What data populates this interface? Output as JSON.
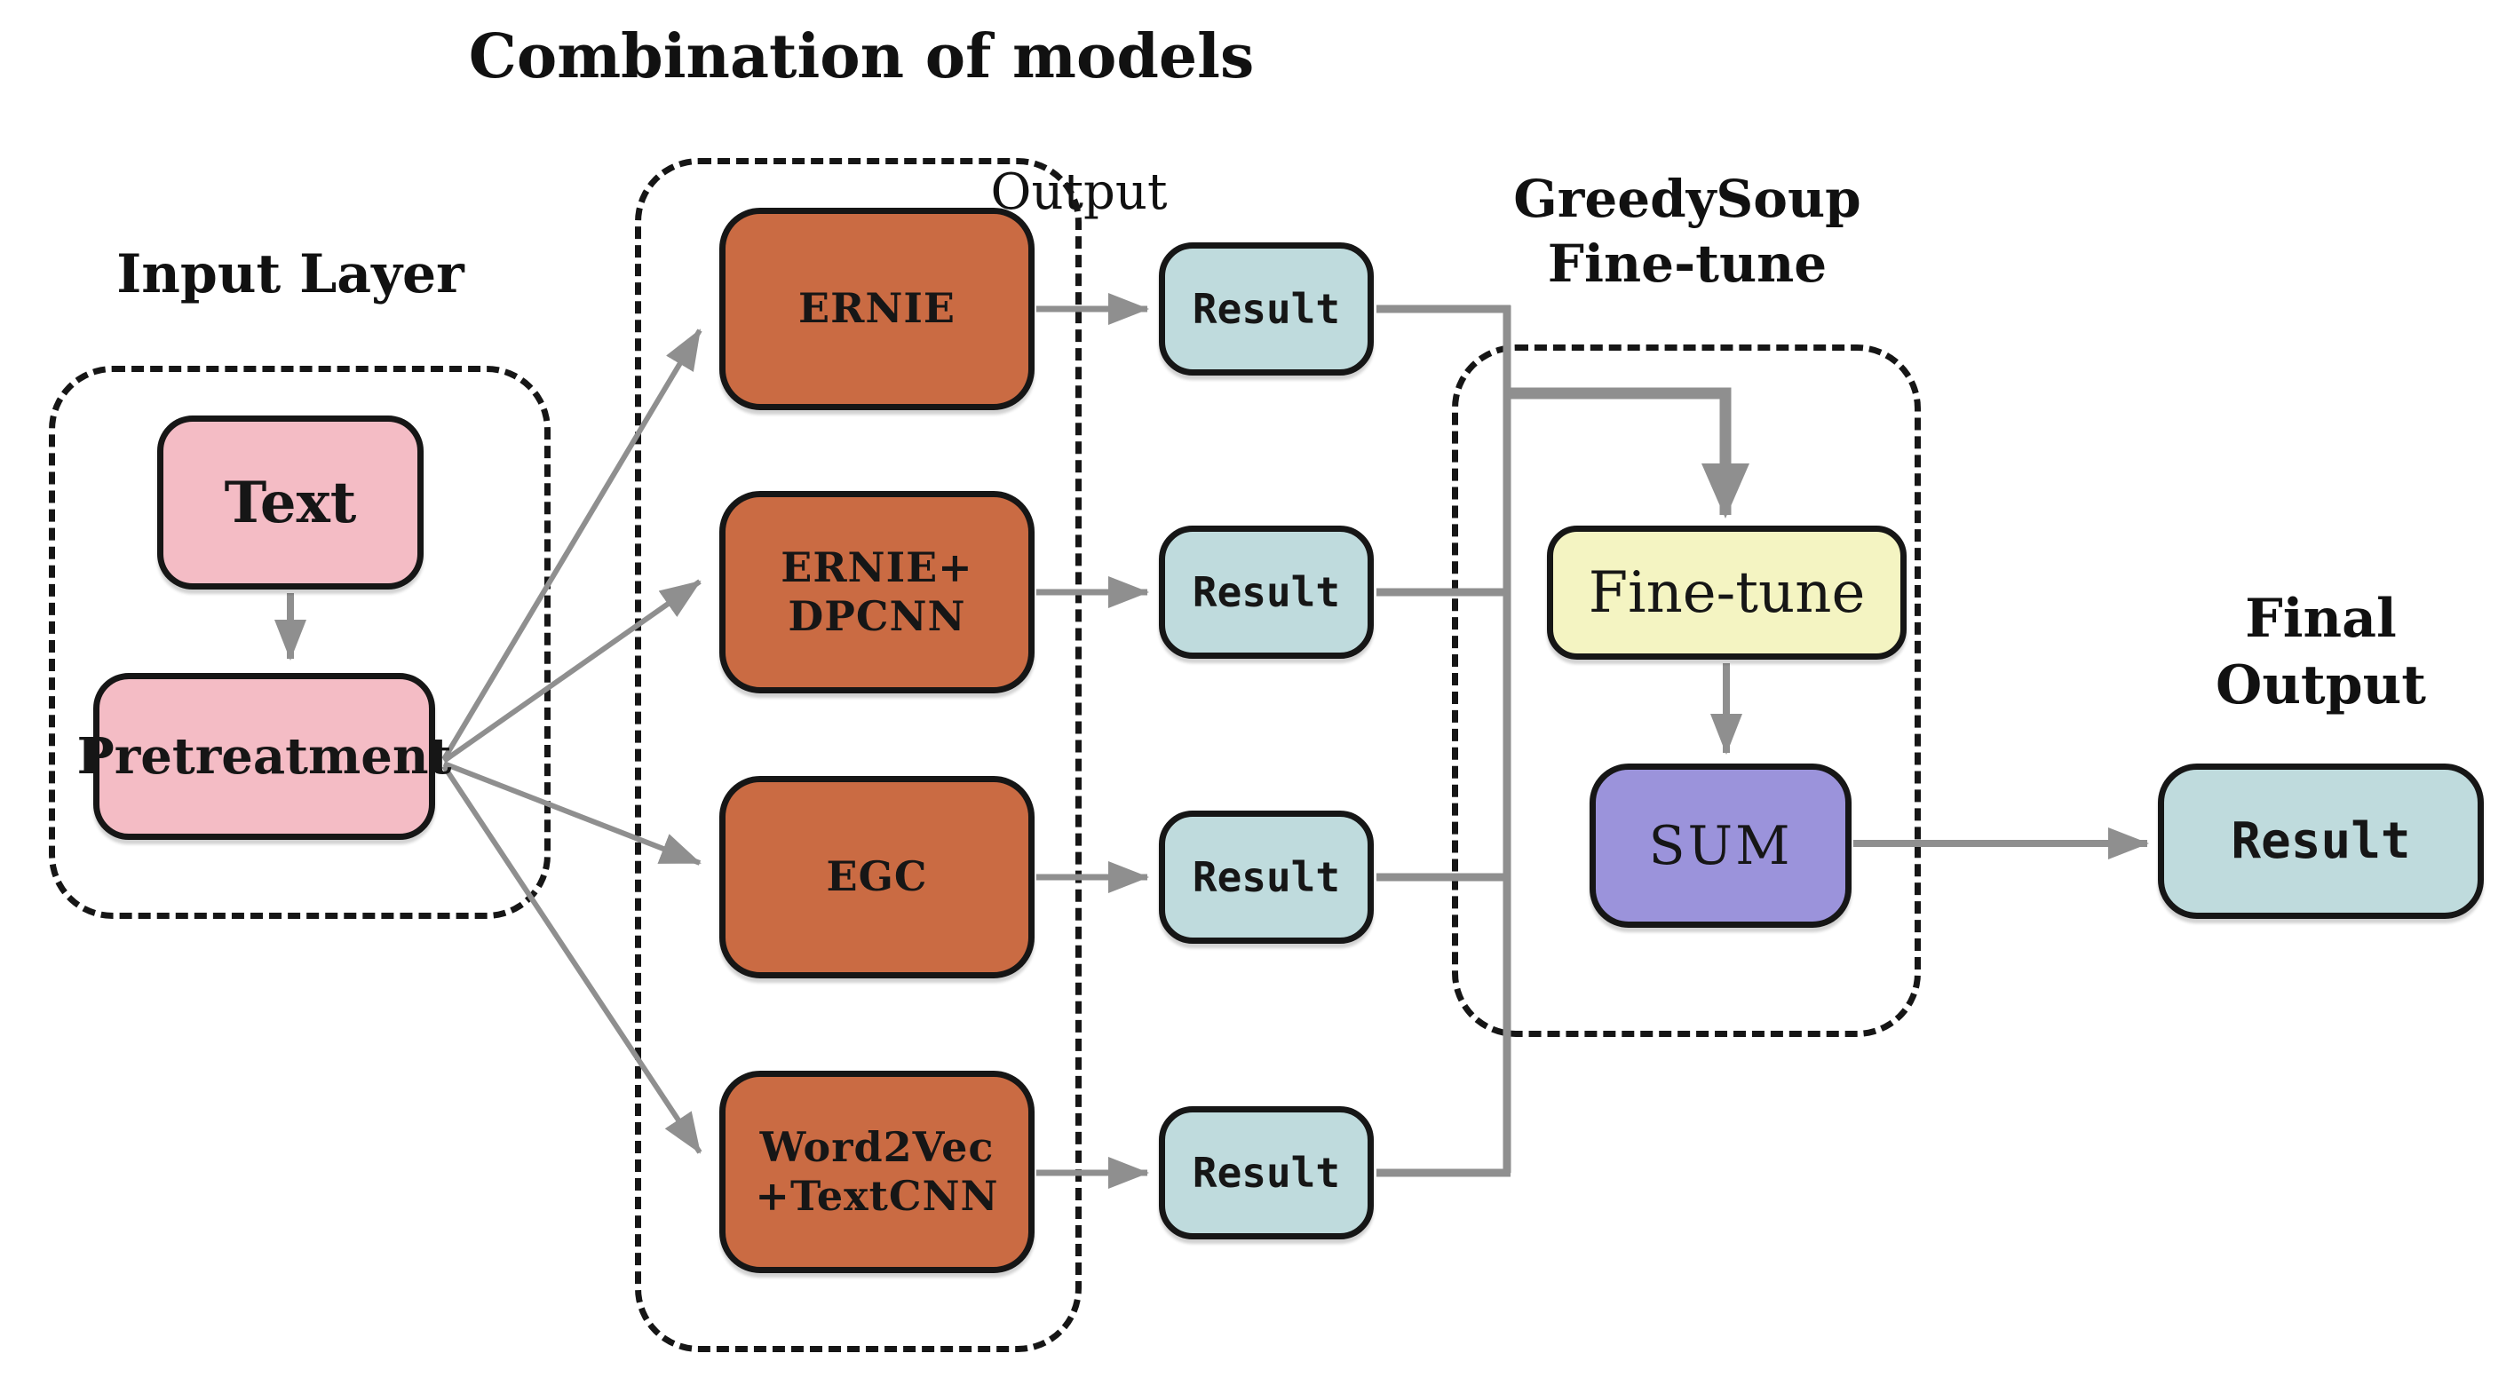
{
  "title": "Combination of models",
  "input_layer": {
    "title": "Input Layer",
    "text_box": "Text",
    "pretreatment_box": "Pretreatment"
  },
  "models": {
    "boxes": [
      {
        "line1": "ERNIE",
        "line2": ""
      },
      {
        "line1": "ERNIE+",
        "line2": "DPCNN"
      },
      {
        "line1": "EGC",
        "line2": ""
      },
      {
        "line1": "Word2Vec",
        "line2": "+TextCNN"
      }
    ]
  },
  "output_column": {
    "label": "Output",
    "results": [
      "Result",
      "Result",
      "Result",
      "Result"
    ]
  },
  "greedy_soup": {
    "title_line1": "GreedySoup",
    "title_line2": "Fine-tune",
    "fine_tune_box": "Fine-tune",
    "sum_box": "SUM"
  },
  "final_output": {
    "title_line1": "Final",
    "title_line2": "Output",
    "result_box": "Result"
  },
  "colors": {
    "pink": "#F4BCC5",
    "orange": "#CA6B43",
    "teal": "#BFDBDD",
    "yellow": "#F4F4C2",
    "purple": "#9B93DB",
    "arrow": "#8F8F8F",
    "border": "#161616"
  }
}
